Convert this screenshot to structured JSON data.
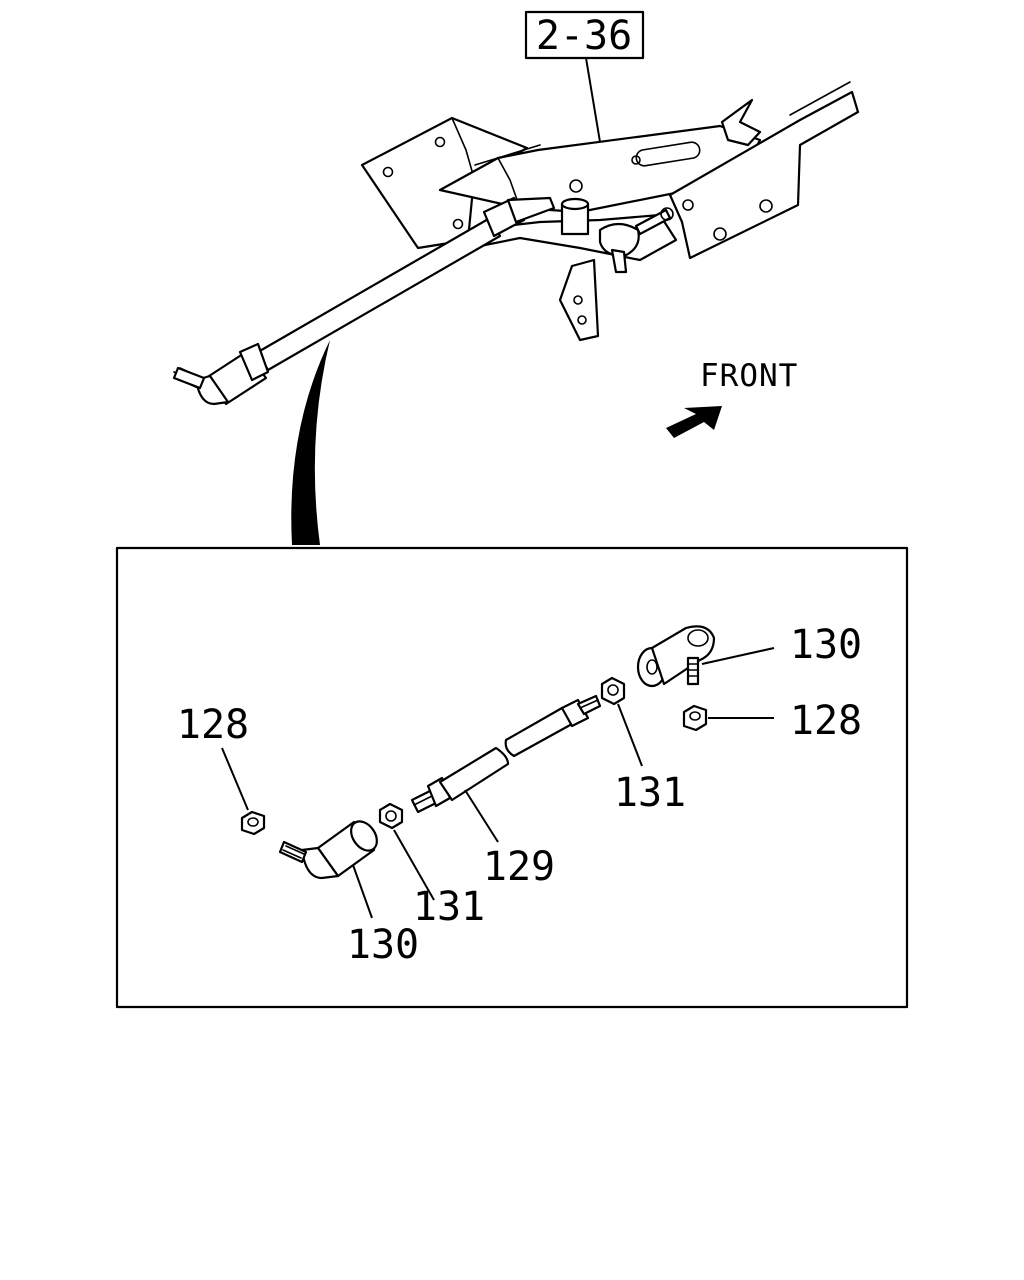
{
  "reference": {
    "text": "2-36"
  },
  "direction": {
    "text": "FRONT"
  },
  "callouts": {
    "nut_left": "128",
    "rod_end_left": "130",
    "locknut_left": "131",
    "rod": "129",
    "locknut_right": "131",
    "rod_end_right": "130",
    "nut_right": "128"
  }
}
